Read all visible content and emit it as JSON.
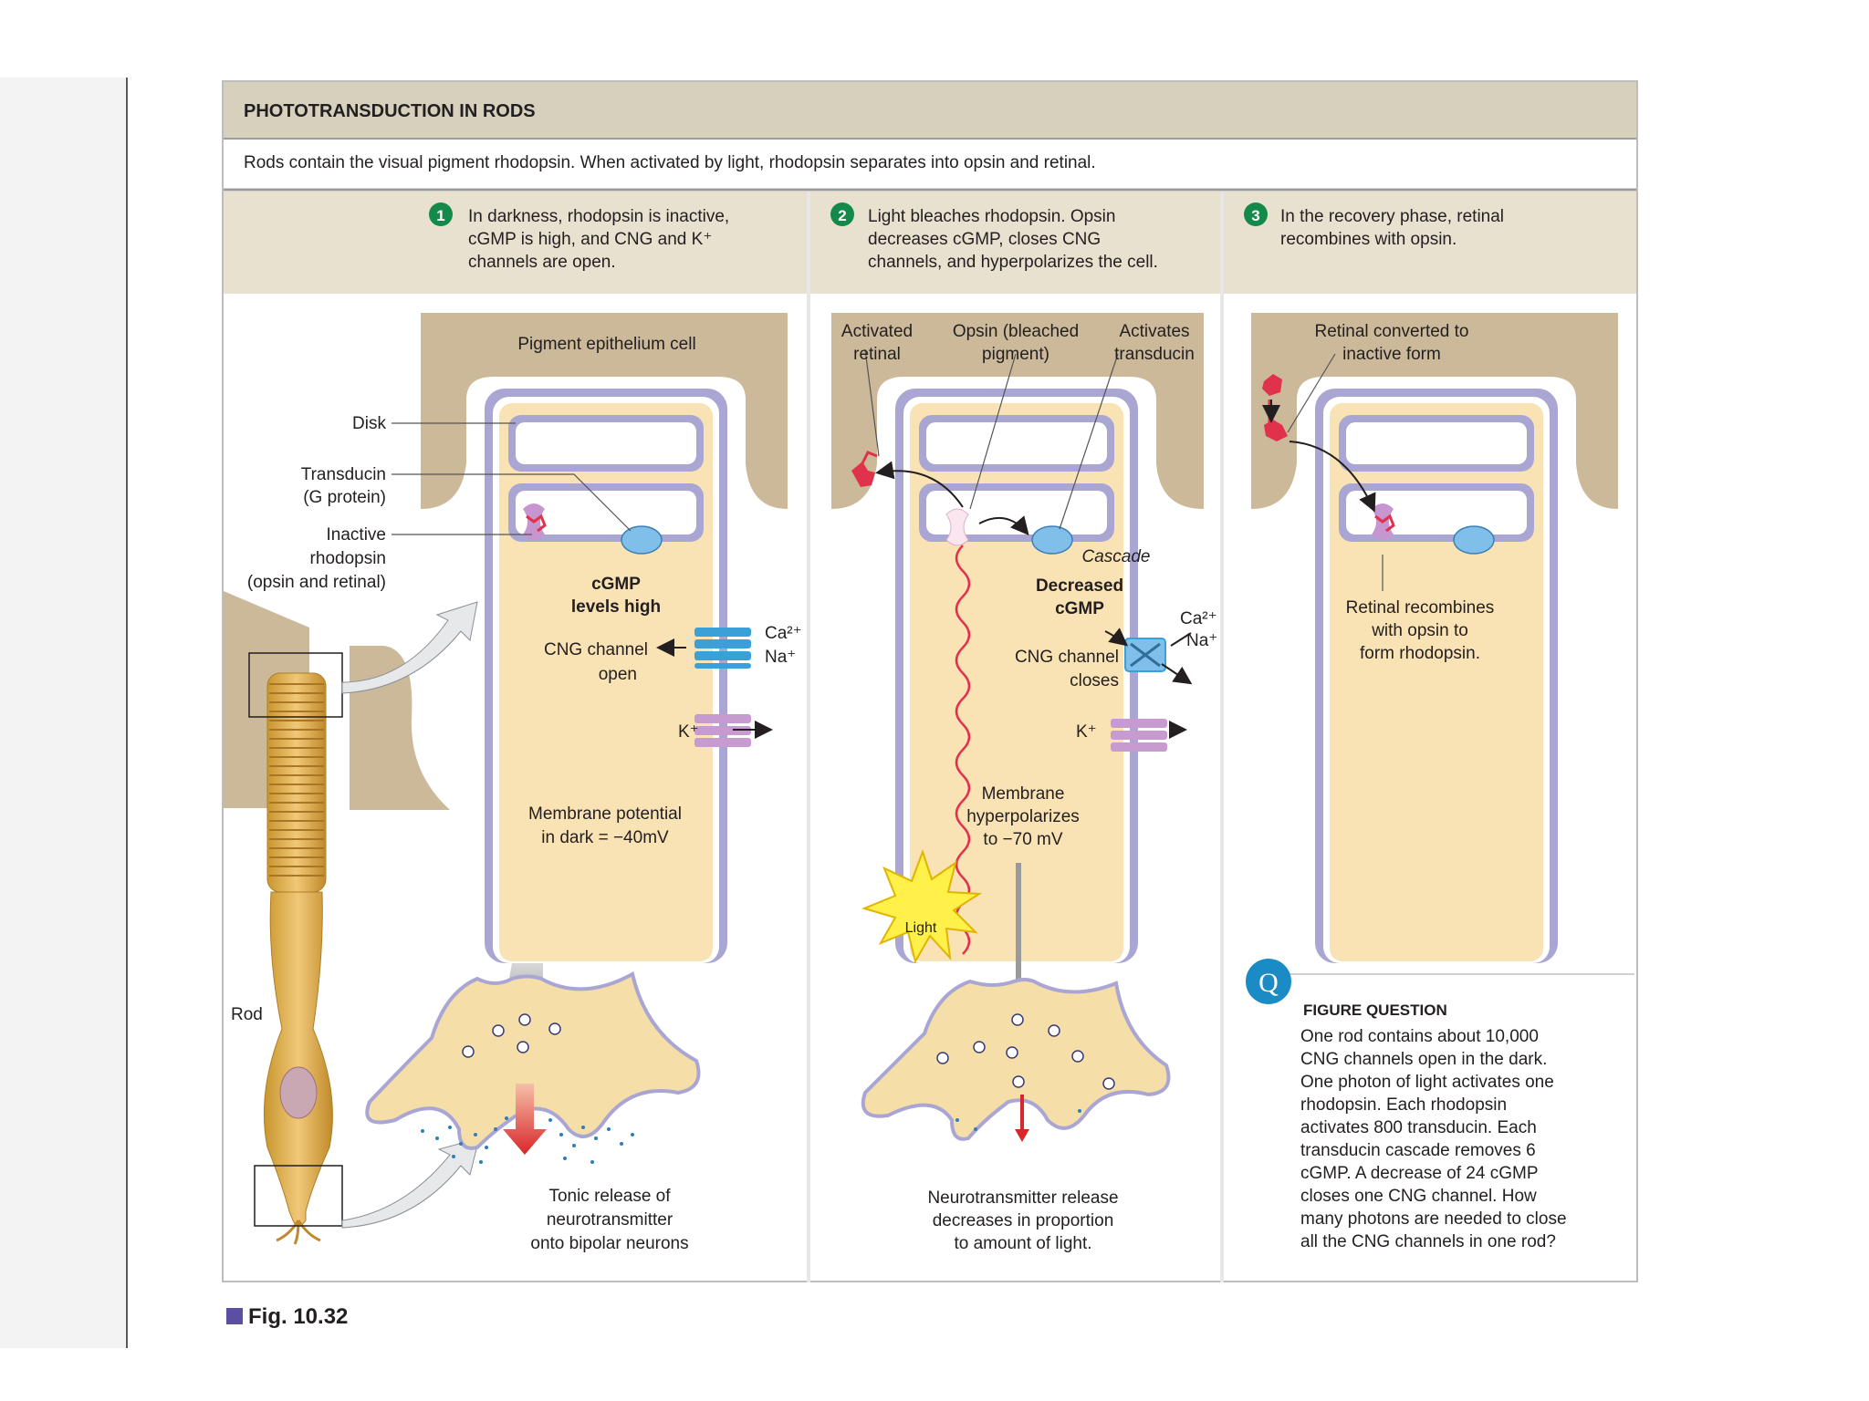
{
  "header": {
    "title": "PHOTOTRANSDUCTION IN RODS",
    "intro": "Rods contain the visual pigment rhodopsin. When activated by light, rhodopsin separates into opsin and retinal."
  },
  "steps": [
    {
      "number": "1",
      "lines": [
        "In darkness, rhodopsin is inactive,",
        "cGMP is high, and CNG and K⁺",
        "channels are open."
      ]
    },
    {
      "number": "2",
      "lines": [
        "Light bleaches rhodopsin. Opsin",
        "decreases cGMP, closes CNG",
        "channels, and hyperpolarizes the cell."
      ]
    },
    {
      "number": "3",
      "lines": [
        "In the recovery phase, retinal",
        "recombines with opsin."
      ]
    }
  ],
  "panel1": {
    "pigment_epithelium": "Pigment epithelium cell",
    "disk": "Disk",
    "transducin": [
      "Transducin",
      "(G protein)"
    ],
    "inactive_rhodopsin": [
      "Inactive",
      "rhodopsin",
      "(opsin and retinal)"
    ],
    "cgmp": [
      "cGMP",
      "levels high"
    ],
    "cng_channel": [
      "CNG channel",
      "open"
    ],
    "ions_ca": "Ca²⁺",
    "ions_na": "Na⁺",
    "k_ion": "K⁺",
    "membrane_potential": [
      "Membrane potential",
      "in dark = −40mV"
    ],
    "rod": "Rod",
    "tonic_release": [
      "Tonic release of",
      "neurotransmitter",
      "onto bipolar neurons"
    ]
  },
  "panel2": {
    "activated_retinal": [
      "Activated",
      "retinal"
    ],
    "opsin": [
      "Opsin (bleached",
      "pigment)"
    ],
    "activates_transducin": [
      "Activates",
      "transducin"
    ],
    "cascade": "Cascade",
    "decreased_cgmp": [
      "Decreased",
      "cGMP"
    ],
    "cng_channel": [
      "CNG channel",
      "closes"
    ],
    "ions_ca": "Ca²⁺",
    "ions_na": "Na⁺",
    "k_ion": "K⁺",
    "membrane": [
      "Membrane",
      "hyperpolarizes",
      "to −70 mV"
    ],
    "light": "Light",
    "release": [
      "Neurotransmitter release",
      "decreases in proportion",
      "to amount of light."
    ]
  },
  "panel3": {
    "retinal_converted": [
      "Retinal converted to",
      "inactive form"
    ],
    "recombines": [
      "Retinal recombines",
      "with opsin to",
      "form rhodopsin."
    ]
  },
  "question": {
    "icon_letter": "Q",
    "title": "FIGURE QUESTION",
    "lines": [
      "One rod contains about 10,000",
      "CNG channels open in the dark.",
      "One photon of light activates one",
      "rhodopsin. Each rhodopsin",
      "activates 800 transducin. Each",
      "transducin cascade removes 6",
      "cGMP. A decrease of 24 cGMP",
      "closes one CNG channel. How",
      "many photons are needed to close",
      "all the CNG channels in one rod?"
    ]
  },
  "figure_label": "Fig. 10.32",
  "colors": {
    "header_bg": "#d7d0bd",
    "cell_fill": "#f9e2b4",
    "epithelium": "#cbb99a",
    "membrane": "#a9a6d4",
    "step_badge": "#148a4a",
    "question_badge": "#1b8bc6",
    "retinal": "#e0324a",
    "transducin": "#7fbfe9"
  }
}
